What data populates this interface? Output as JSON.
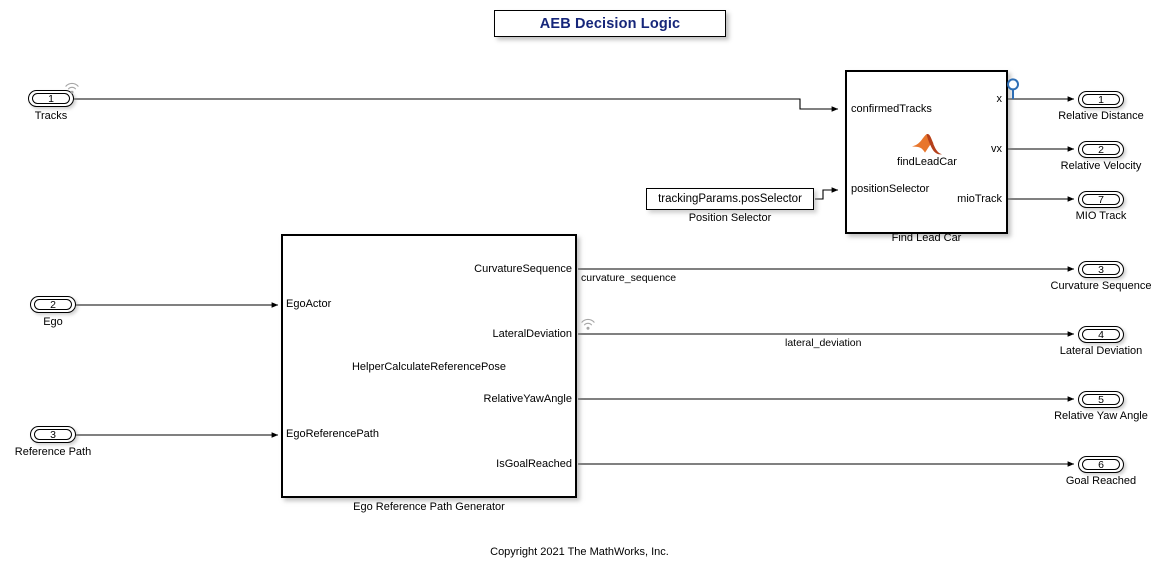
{
  "diagram": {
    "title": "AEB Decision Logic",
    "copyright": "Copyright 2021 The MathWorks, Inc."
  },
  "colors": {
    "title_text": "#16267a",
    "block_border": "#000000",
    "background": "#ffffff",
    "testpoint": "#2f6fb5",
    "matlab_logo_primary": "#e8762c",
    "matlab_logo_shadow": "#b5401b",
    "broadcast_icon": "#9a9a9a"
  },
  "inports": [
    {
      "number": "1",
      "label": "Tracks",
      "icon": "broadcast-icon"
    },
    {
      "number": "2",
      "label": "Ego",
      "icon": ""
    },
    {
      "number": "3",
      "label": "Reference Path",
      "icon": ""
    }
  ],
  "outports": [
    {
      "number": "1",
      "label": "Relative Distance"
    },
    {
      "number": "2",
      "label": "Relative Velocity"
    },
    {
      "number": "7",
      "label": "MIO Track"
    },
    {
      "number": "3",
      "label": "Curvature Sequence"
    },
    {
      "number": "4",
      "label": "Lateral Deviation"
    },
    {
      "number": "5",
      "label": "Relative Yaw Angle"
    },
    {
      "number": "6",
      "label": "Goal Reached"
    }
  ],
  "find_lead_car": {
    "caption": "Find Lead Car",
    "body_label": "findLeadCar",
    "icon": "matlab-logo-icon",
    "inputs": [
      "confirmedTracks",
      "positionSelector"
    ],
    "outputs": [
      "x",
      "vx",
      "mioTrack"
    ],
    "testpoint_on": "x"
  },
  "position_selector": {
    "value": "trackingParams.posSelector",
    "caption": "Position Selector"
  },
  "ego_reference_path_generator": {
    "caption": "Ego Reference Path Generator",
    "body_label": "HelperCalculateReferencePose",
    "inputs": [
      "EgoActor",
      "EgoReferencePath"
    ],
    "outputs": [
      "CurvatureSequence",
      "LateralDeviation",
      "RelativeYawAngle",
      "IsGoalReached"
    ]
  },
  "signal_labels": [
    {
      "name": "curvature_sequence",
      "text": "curvature_sequence"
    },
    {
      "name": "lateral_deviation",
      "text": "lateral_deviation"
    }
  ]
}
